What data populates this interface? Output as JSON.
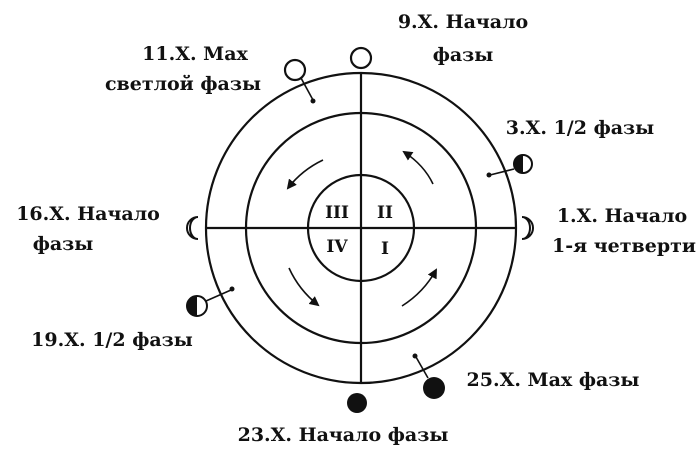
{
  "quadrants": {
    "q1": "I",
    "q2": "II",
    "q3": "III",
    "q4": "IV"
  },
  "labels": {
    "l_11x_1": "11.X. Max",
    "l_11x_2": "светлой фазы",
    "l_9x_1": "9.X. Начало",
    "l_9x_2": "фазы",
    "l_3x": "3.X. 1/2 фазы",
    "l_16x_1": "16.X. Начало",
    "l_16x_2": "фазы",
    "l_1x_1": "1.X. Начало",
    "l_1x_2": "1-я четверти",
    "l_19x": "19.X. 1/2 фазы",
    "l_25x": "25.X. Max фазы",
    "l_23x": "23.X. Начало фазы"
  }
}
